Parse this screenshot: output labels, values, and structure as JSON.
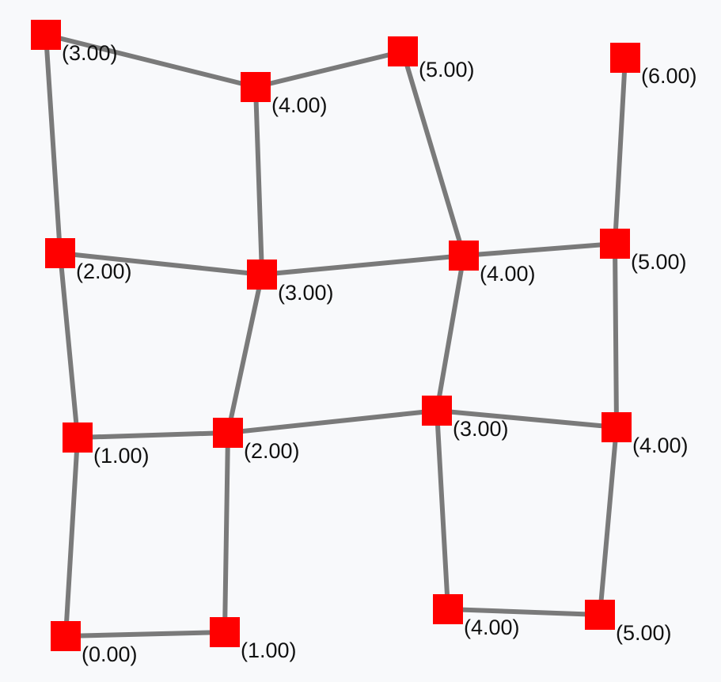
{
  "colors": {
    "background": "#f8f9fb",
    "edge": "#7a7a7a",
    "node": "#ff0000",
    "label": "#111111"
  },
  "graph": {
    "nodes": [
      {
        "id": "n0",
        "label": "(3.00)"
      },
      {
        "id": "n1",
        "label": "(4.00)"
      },
      {
        "id": "n2",
        "label": "(5.00)"
      },
      {
        "id": "n3",
        "label": "(6.00)"
      },
      {
        "id": "n4",
        "label": "(2.00)"
      },
      {
        "id": "n5",
        "label": "(3.00)"
      },
      {
        "id": "n6",
        "label": "(4.00)"
      },
      {
        "id": "n7",
        "label": "(5.00)"
      },
      {
        "id": "n8",
        "label": "(1.00)"
      },
      {
        "id": "n9",
        "label": "(2.00)"
      },
      {
        "id": "n10",
        "label": "(3.00)"
      },
      {
        "id": "n11",
        "label": "(4.00)"
      },
      {
        "id": "n12",
        "label": "(0.00)"
      },
      {
        "id": "n13",
        "label": "(1.00)"
      },
      {
        "id": "n14",
        "label": "(4.00)"
      },
      {
        "id": "n15",
        "label": "(5.00)"
      }
    ],
    "edges": [
      [
        "n0",
        "n1"
      ],
      [
        "n1",
        "n2"
      ],
      [
        "n0",
        "n4"
      ],
      [
        "n1",
        "n5"
      ],
      [
        "n2",
        "n6"
      ],
      [
        "n3",
        "n7"
      ],
      [
        "n4",
        "n5"
      ],
      [
        "n5",
        "n6"
      ],
      [
        "n6",
        "n7"
      ],
      [
        "n4",
        "n8"
      ],
      [
        "n5",
        "n9"
      ],
      [
        "n6",
        "n10"
      ],
      [
        "n7",
        "n11"
      ],
      [
        "n8",
        "n9"
      ],
      [
        "n9",
        "n10"
      ],
      [
        "n10",
        "n11"
      ],
      [
        "n8",
        "n12"
      ],
      [
        "n9",
        "n13"
      ],
      [
        "n10",
        "n14"
      ],
      [
        "n11",
        "n15"
      ],
      [
        "n12",
        "n13"
      ],
      [
        "n14",
        "n15"
      ]
    ]
  }
}
